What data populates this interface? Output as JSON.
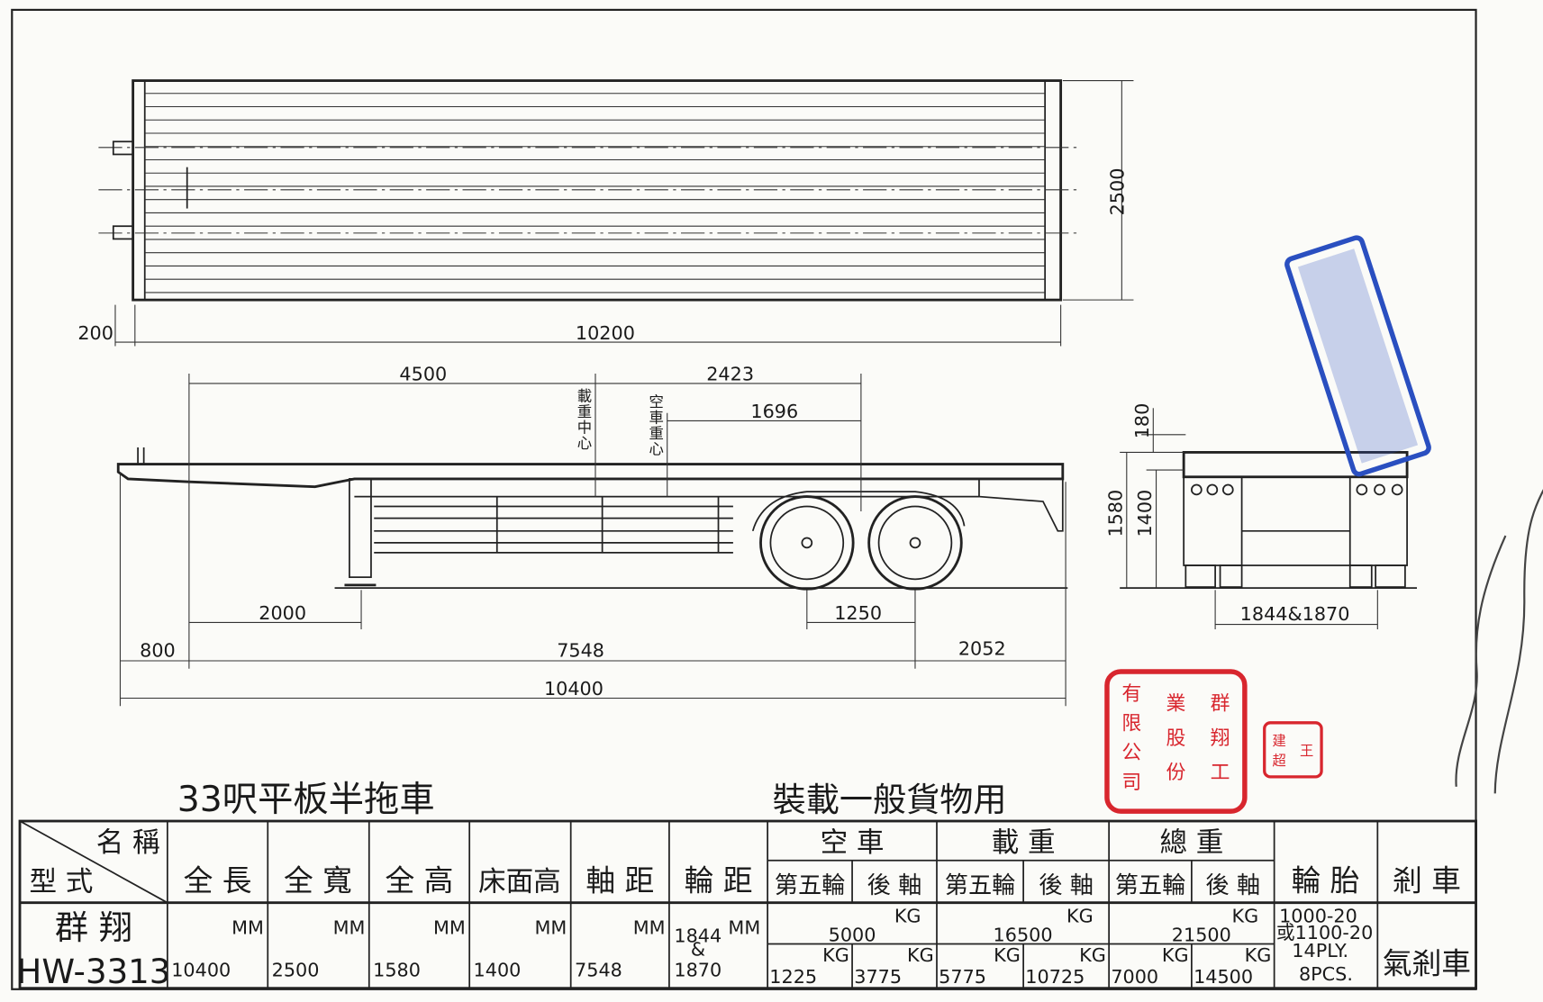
{
  "title": "33呎平板半拖車",
  "purpose": "裝載一般貨物用",
  "top_view": {
    "width_dim": "2500",
    "length_dim": "10200",
    "offset_dim": "200"
  },
  "side_view": {
    "dims": {
      "kingpin_to_load_center": "4500",
      "load_center_to_axle": "2423",
      "empty_cg_to_axle": "1696",
      "kingpin_to_landing_gear": "2000",
      "axle_spread": "1250",
      "front_overhang": "800",
      "wheelbase": "7548",
      "rear_overhang": "2052",
      "overall_length": "10400"
    },
    "labels": {
      "load_center": "載重中心",
      "empty_cg": "空車重心"
    }
  },
  "rear_view": {
    "dims": {
      "top": "180",
      "height": "1580",
      "deck_height": "1400",
      "track": "1844&1870"
    }
  },
  "table": {
    "corner_top": "名 稱",
    "corner_bottom": "型 式",
    "headers": [
      "全 長",
      "全 寬",
      "全 高",
      "床面高",
      "軸 距",
      "輪 距"
    ],
    "group_headers": [
      "空 車",
      "載 重",
      "總 重"
    ],
    "sub_headers": [
      "第五輪",
      "後 軸"
    ],
    "tire_header": "輪 胎",
    "brake_header": "剎 車",
    "model_name": "群 翔",
    "model_code": "HW-3313",
    "unit_mm": "MM",
    "unit_kg": "KG",
    "values": [
      "10400",
      "2500",
      "1580",
      "1400",
      "7548"
    ],
    "track_top": "1844",
    "track_amp": "&",
    "track_bottom": "1870",
    "group_totals": [
      "5000",
      "16500",
      "21500"
    ],
    "group_split": [
      [
        "1225",
        "3775"
      ],
      [
        "5775",
        "10725"
      ],
      [
        "7000",
        "14500"
      ]
    ],
    "tire_lines": [
      "1000-20",
      "或1100-20",
      "14PLY.",
      "8PCS."
    ],
    "brake_value": "氣剎車"
  },
  "stamps": {
    "company_seal": "群翔工業股份有限公司",
    "personal_seal": "王建超",
    "seal_color": "#d8262e",
    "blue_stamp_color": "#2a4fc0"
  }
}
